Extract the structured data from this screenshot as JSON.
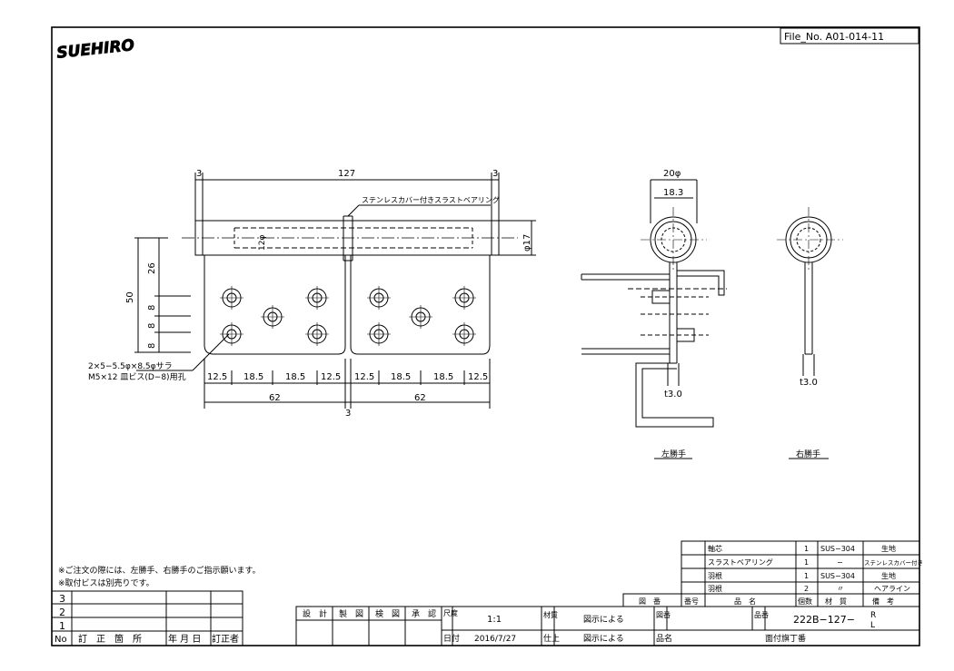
{
  "logo": {
    "text": "SUEHIRO"
  },
  "file_no": "File_No.  A01-014-11",
  "front_view": {
    "dim_total": "127",
    "dim_left_offset": "3",
    "dim_right_offset": "3",
    "bearing_note": "ステンレスカバー付きスラストベアリング",
    "pin_dia": "12φ",
    "knuckle_dia": "φ17",
    "height_total": "50",
    "height_upper": "26",
    "pitch_a": "8",
    "pitch_b": "8",
    "pitch_c": "8",
    "hole_note_1": "2×5−5.5φ×8.5φサラ",
    "hole_note_2": "M5×12 皿ビス(D−8)用孔",
    "hole_spacing": [
      "12.5",
      "18.5",
      "18.5",
      "12.5",
      "12.5",
      "18.5",
      "18.5",
      "12.5"
    ],
    "leaf_width_left": "62",
    "leaf_width_right": "62",
    "center_gap": "3"
  },
  "side_view": {
    "outer_dia": "20φ",
    "inner_dia": "18.3",
    "left_thickness": "t3.0",
    "right_thickness": "t3.0",
    "left_label": "左勝手",
    "right_label": "右勝手"
  },
  "notes": [
    "※ご注文の際には、左勝手、右勝手のご指示願います。",
    "※取付ビスは別売りです。"
  ],
  "revision_table": {
    "rows": [
      "3",
      "2",
      "1"
    ],
    "headers": [
      "No",
      "訂　正　箇　所",
      "年 月 日",
      "訂正者"
    ]
  },
  "approval": {
    "labels": [
      "設　計",
      "製　図",
      "検　図",
      "承　認"
    ]
  },
  "title_block": {
    "scale_label": "尺度",
    "scale_value": "1:1",
    "material_label": "材質",
    "material_value": "図示による",
    "drawing_no_label": "図番",
    "part_no_label": "品番",
    "part_no_value": "222B−127−",
    "part_no_suffix_r": "R",
    "part_no_suffix_l": "L",
    "date_label": "日付",
    "date_value": "2016/7/27",
    "finish_label": "仕上",
    "finish_value": "図示による",
    "name_label": "品名",
    "name_value": "面付旗丁番"
  },
  "parts_list": {
    "headers": [
      "図　番",
      "番号",
      "品　名",
      "個数",
      "材　質",
      "備　考"
    ],
    "rows": [
      {
        "name": "軸芯",
        "qty": "1",
        "material": "SUS−304",
        "remark": "生地"
      },
      {
        "name": "スラストベアリング",
        "qty": "1",
        "material": "−",
        "remark": "ステンレスカバー付き"
      },
      {
        "name": "羽根",
        "qty": "1",
        "material": "SUS−304",
        "remark": "生地"
      },
      {
        "name": "羽根",
        "qty": "2",
        "material": "〃",
        "remark": "ヘアライン"
      }
    ]
  }
}
